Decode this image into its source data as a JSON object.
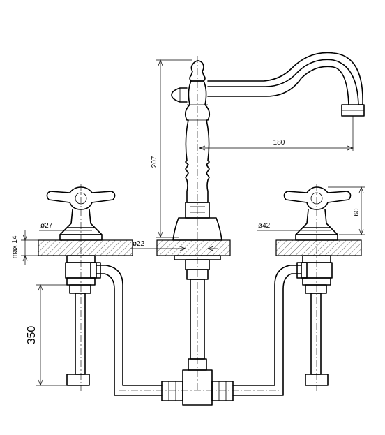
{
  "dimensions": {
    "spout_height": "207",
    "spout_reach": "180",
    "handle_height": "60",
    "hole_diameter_left": "ø27",
    "hole_diameter_center": "ø22",
    "hole_diameter_right": "ø42",
    "deck_thickness": "max 14",
    "hose_length": "350"
  }
}
